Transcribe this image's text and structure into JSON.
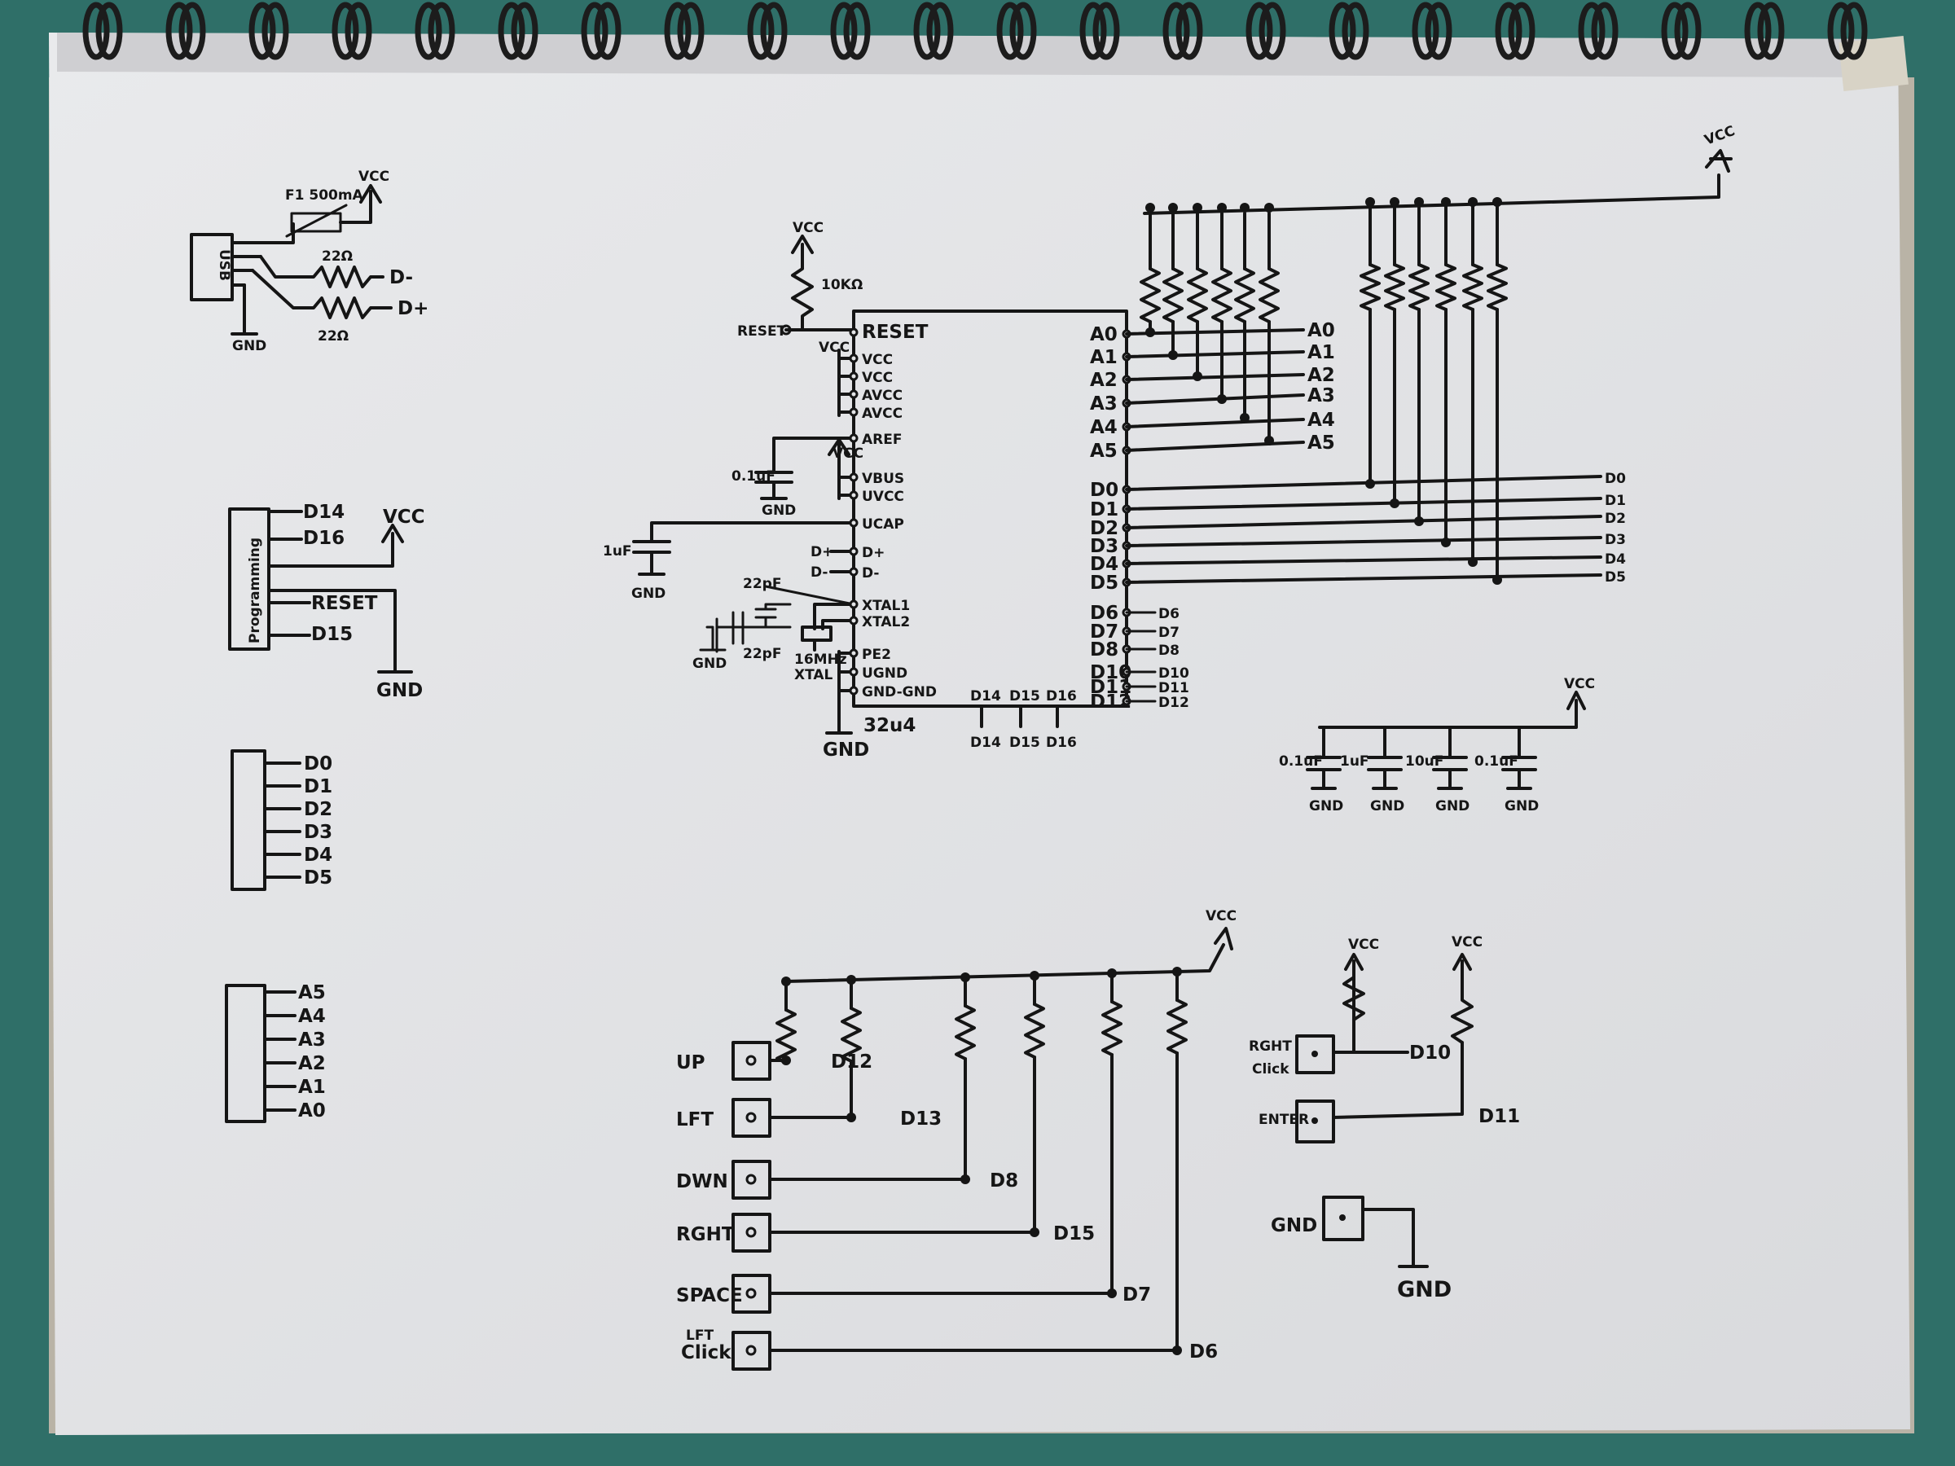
{
  "usb": {
    "connector": "USB",
    "fuse": "F1 500mA",
    "vcc": "VCC",
    "gnd": "GND",
    "r_top": "22Ω",
    "r_bottom": "22Ω",
    "d_minus": "D-",
    "d_plus": "D+"
  },
  "programming": {
    "title": "Programming",
    "pins": [
      "D14",
      "D16",
      "RESET",
      "D15"
    ],
    "vcc": "VCC",
    "gnd": "GND"
  },
  "header_d": {
    "pins": [
      "D0",
      "D1",
      "D2",
      "D3",
      "D4",
      "D5"
    ]
  },
  "header_a": {
    "pins": [
      "A5",
      "A4",
      "A3",
      "A2",
      "A1",
      "A0"
    ]
  },
  "mcu": {
    "part": "32u4",
    "vcc_top": "VCC",
    "r_reset": "10KΩ",
    "reset_net": "RESET",
    "left_pins": [
      "RESET",
      "VCC",
      "VCC",
      "AVCC",
      "AVCC",
      "AREF",
      "VBUS",
      "UVCC",
      "UCAP",
      "D+",
      "D-",
      "XTAL1",
      "XTAL2",
      "PE2",
      "UGND",
      "GND-GND"
    ],
    "vcc_small_1": "VCC",
    "vcc_small_2": "VCC",
    "cap_aref": "0.1uF",
    "gnd_aref": "GND",
    "cap_ucap": "1uF",
    "gnd_ucap": "GND",
    "dplus_net": "D+",
    "dminus_net": "D-",
    "cap_x1": "22pF",
    "cap_x2": "22pF",
    "gnd_xtal": "GND",
    "xtal_label_1": "16MHz",
    "xtal_label_2": "XTAL",
    "gnd_bottom": "GND",
    "bottom_pins": [
      "D14",
      "D15",
      "D16"
    ],
    "bottom_nets": [
      "D14",
      "D15",
      "D16"
    ],
    "right_pins": [
      "A0",
      "A1",
      "A2",
      "A3",
      "A4",
      "A5",
      "D0",
      "D1",
      "D2",
      "D3",
      "D4",
      "D5",
      "D6",
      "D7",
      "D8",
      "D10",
      "D11",
      "D12"
    ],
    "right_a_nets": [
      "A0",
      "A1",
      "A2",
      "A3",
      "A4",
      "A5"
    ],
    "right_d_nets": [
      "D0",
      "D1",
      "D2",
      "D3",
      "D4",
      "D5"
    ],
    "right_d_short": [
      "D6",
      "D7",
      "D8",
      "D10",
      "D11",
      "D12"
    ],
    "vcc_pullup": "VCC"
  },
  "decoupling": {
    "vcc": "VCC",
    "caps": [
      "0.1uF",
      "1uF",
      "10uF",
      "0.1uF"
    ],
    "gnds": [
      "GND",
      "GND",
      "GND",
      "GND"
    ]
  },
  "buttons": {
    "vcc": "VCC",
    "names": [
      "UP",
      "LFT",
      "DWN",
      "RGHT",
      "SPACE"
    ],
    "lft_click": [
      "LFT",
      "Click"
    ],
    "nets": [
      "D12",
      "D13",
      "D8",
      "D15",
      "D7",
      "D6"
    ]
  },
  "right_buttons": {
    "vcc_1": "VCC",
    "vcc_2": "VCC",
    "rght_click": [
      "RGHT",
      "Click"
    ],
    "net_1": "D10",
    "enter": "ENTER",
    "net_2": "D11",
    "gnd_label": "GND",
    "gnd": "GND"
  },
  "colors": {
    "background": "#2f6f68",
    "paper": "#e3e4e6",
    "ink": "#151515"
  }
}
